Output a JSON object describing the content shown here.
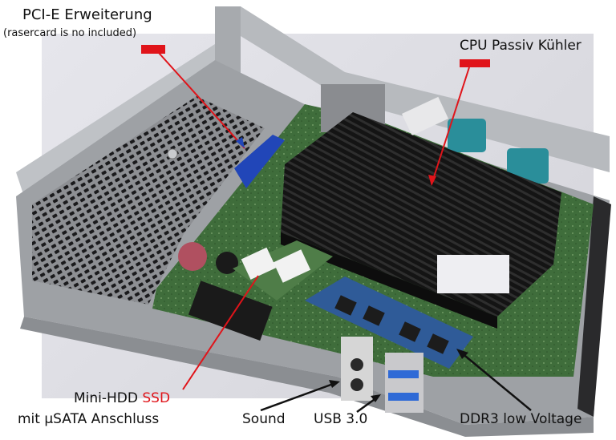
{
  "annotations": {
    "pcie": {
      "title": "PCI-E Erweiterung",
      "subtitle": "(rasercard is no included)"
    },
    "cpu": {
      "title": "CPU Passiv Kühler"
    },
    "ssd": {
      "prefix": "Mini-HDD ",
      "highlight": "SSD",
      "line2": "mit µSATA Anschluss"
    },
    "sound": {
      "title": "Sound"
    },
    "usb": {
      "title": "USB 3.0"
    },
    "ddr": {
      "title": "DDR3 low Voltage"
    }
  },
  "colors": {
    "marker_red": "#e0141a",
    "arrow_black": "#111111",
    "pcie_slot_blue": "#2146b8",
    "serial_port_teal": "#2a8e9a",
    "ram_blue": "#2f5b98",
    "pcb_green": "#3d6a3a",
    "heatsink_black": "#1c1c1c",
    "chassis_silver": "#a9acb0"
  }
}
